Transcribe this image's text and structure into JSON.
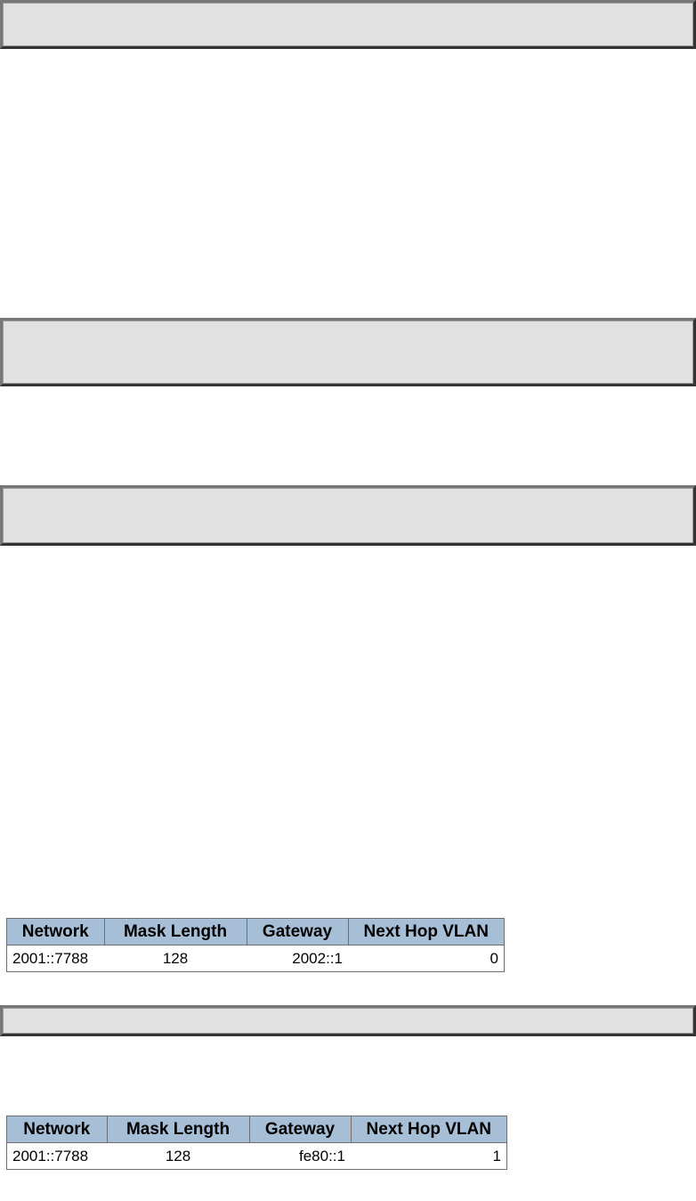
{
  "tables": [
    {
      "headers": [
        "Network",
        "Mask Length",
        "Gateway",
        "Next Hop VLAN"
      ],
      "rows": [
        [
          "2001::7788",
          "128",
          "2002::1",
          "0"
        ]
      ]
    },
    {
      "headers": [
        "Network",
        "Mask Length",
        "Gateway",
        "Next Hop VLAN"
      ],
      "rows": [
        [
          "2001::7788",
          "128",
          "fe80::1",
          "1"
        ]
      ]
    }
  ]
}
